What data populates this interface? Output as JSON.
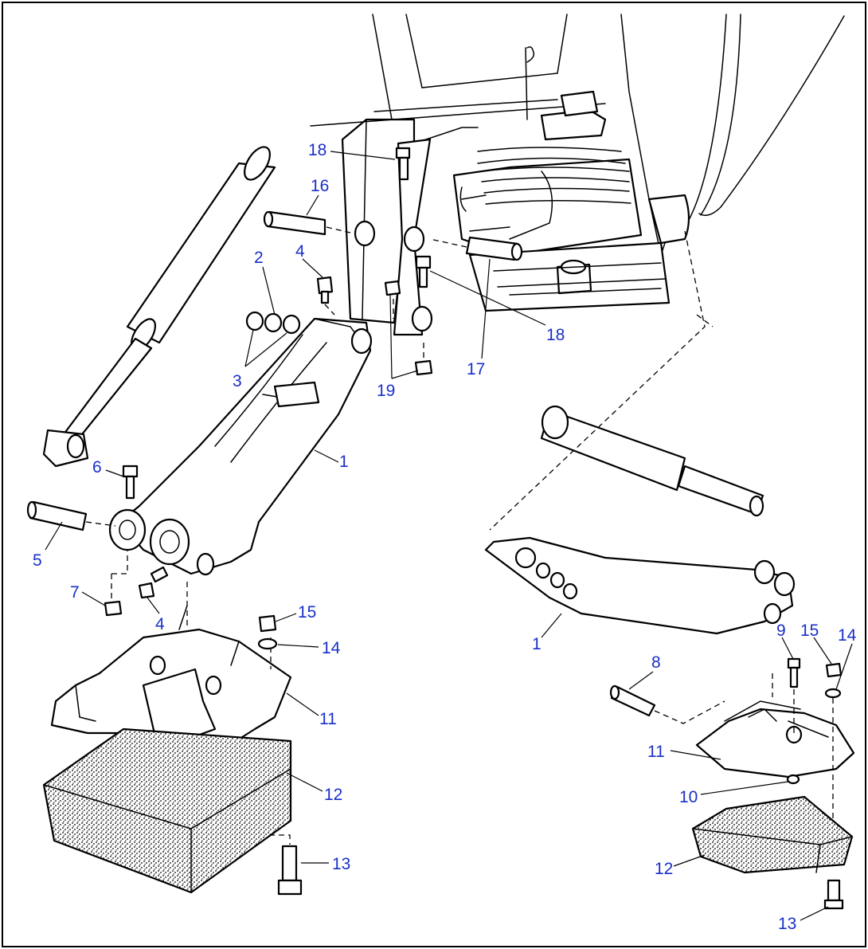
{
  "diagram": {
    "accent_color": "#1a2fc8",
    "callouts": [
      {
        "id": "c18a",
        "text": "18"
      },
      {
        "id": "c16",
        "text": "16"
      },
      {
        "id": "c2",
        "text": "2"
      },
      {
        "id": "c4a",
        "text": "4"
      },
      {
        "id": "c3",
        "text": "3"
      },
      {
        "id": "c18b",
        "text": "18"
      },
      {
        "id": "c17",
        "text": "17"
      },
      {
        "id": "c19",
        "text": "19"
      },
      {
        "id": "c1a",
        "text": "1"
      },
      {
        "id": "c6",
        "text": "6"
      },
      {
        "id": "c5",
        "text": "5"
      },
      {
        "id": "c7",
        "text": "7"
      },
      {
        "id": "c4b",
        "text": "4"
      },
      {
        "id": "c15a",
        "text": "15"
      },
      {
        "id": "c14a",
        "text": "14"
      },
      {
        "id": "c11a",
        "text": "11"
      },
      {
        "id": "c12a",
        "text": "12"
      },
      {
        "id": "c13a",
        "text": "13"
      },
      {
        "id": "c1b",
        "text": "1"
      },
      {
        "id": "c9",
        "text": "9"
      },
      {
        "id": "c15b",
        "text": "15"
      },
      {
        "id": "c14b",
        "text": "14"
      },
      {
        "id": "c8",
        "text": "8"
      },
      {
        "id": "c11b",
        "text": "11"
      },
      {
        "id": "c10",
        "text": "10"
      },
      {
        "id": "c12b",
        "text": "12"
      },
      {
        "id": "c13b",
        "text": "13"
      }
    ]
  }
}
